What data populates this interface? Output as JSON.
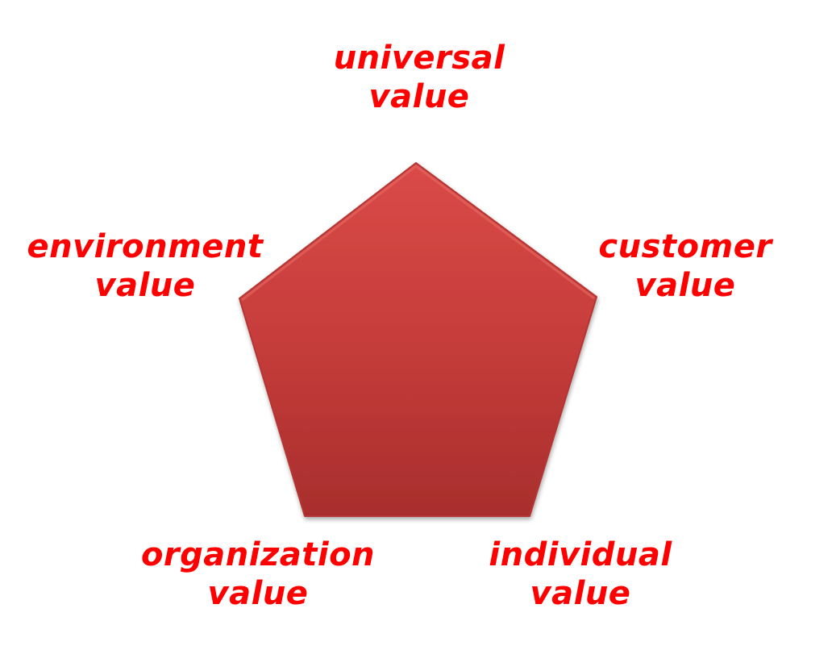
{
  "diagram": {
    "shape": "pentagon",
    "fill_color": "#c23a38",
    "label_color": "#ff0000",
    "labels": [
      {
        "position": "top",
        "line1": "universal",
        "line2": "value"
      },
      {
        "position": "right",
        "line1": "customer",
        "line2": "value"
      },
      {
        "position": "bottom-right",
        "line1": "individual",
        "line2": "value"
      },
      {
        "position": "bottom-left",
        "line1": "organization",
        "line2": "value"
      },
      {
        "position": "left",
        "line1": "environment",
        "line2": "value"
      }
    ]
  }
}
